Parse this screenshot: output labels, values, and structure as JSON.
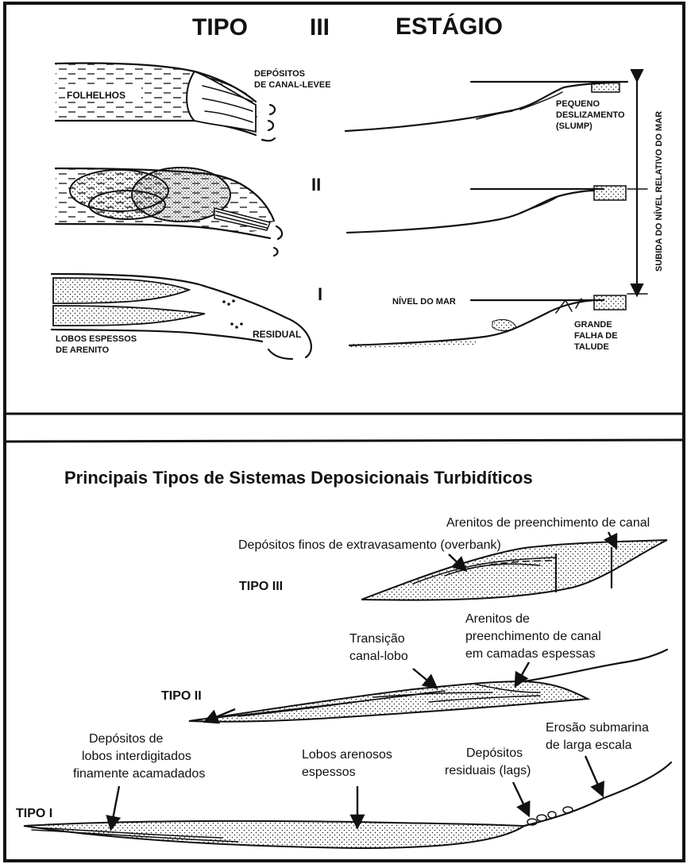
{
  "upper_panel": {
    "title_tipo": "TIPO",
    "title_roman": "III",
    "title_estagio": "ESTÁGIO",
    "stage_roman_II": "II",
    "stage_roman_I": "I",
    "labels": {
      "depositos_canal_1": "DEPÓSITOS",
      "depositos_canal_2": "DE CANAL-LEVEE",
      "folhelhos": "FOLHELHOS",
      "pequeno_1": "PEQUENO",
      "pequeno_2": "DESLIZAMENTO",
      "pequeno_3": "(SLUMP)",
      "nivel_do_mar": "NÍVEL DO MAR",
      "residual": "RESIDUAL",
      "lobos_1": "LOBOS ESPESSOS",
      "lobos_2": "DE ARENITO",
      "grande_1": "GRANDE",
      "grande_2": "FALHA DE",
      "grande_3": "TALUDE",
      "subida": "SUBIDA DO NÍVEL RELATIVO DO MAR"
    }
  },
  "lower_panel": {
    "title": "Principais Tipos de Sistemas Deposicionais Turbidíticos",
    "tipo_iii": "TIPO III",
    "tipo_ii": "TIPO II",
    "tipo_i": "TIPO I",
    "labels": {
      "arenitos_canal_top": "Arenitos de preenchimento de canal",
      "depositos_finos": "Depósitos finos de extravasamento (overbank)",
      "arenitos_de": "Arenitos de",
      "preenchimento_canal": "preenchimento de canal",
      "camadas_espessas": "em camadas espessas",
      "transicao": "Transição",
      "canal_lobo": "canal-lobo",
      "dep_de": "Depósitos de",
      "lobos_inter": "lobos interdigitados",
      "finamente": "finamente acamadados",
      "lobos_aren": "Lobos arenosos",
      "espessos": "espessos",
      "dep_resid": "Depósitos",
      "residuais": "residuais (lags)",
      "erosao": "Erosão submarina",
      "larga_escala": "de larga escala"
    }
  }
}
